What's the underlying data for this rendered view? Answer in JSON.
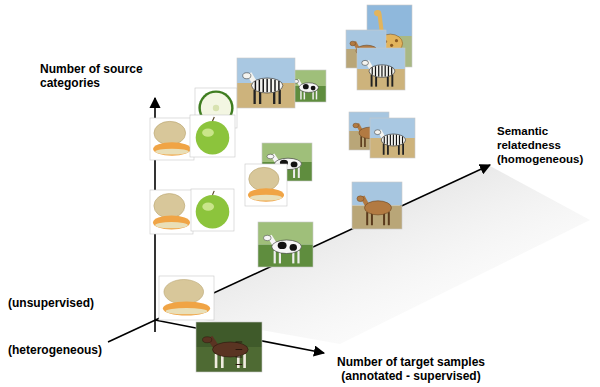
{
  "diagram": {
    "labels": [
      "Number of source categories",
      "Semantic relatedness (homogeneous)",
      "(unsupervised)",
      "(heterogeneous)",
      "Number of target samples (annotated - supervised)"
    ]
  }
}
